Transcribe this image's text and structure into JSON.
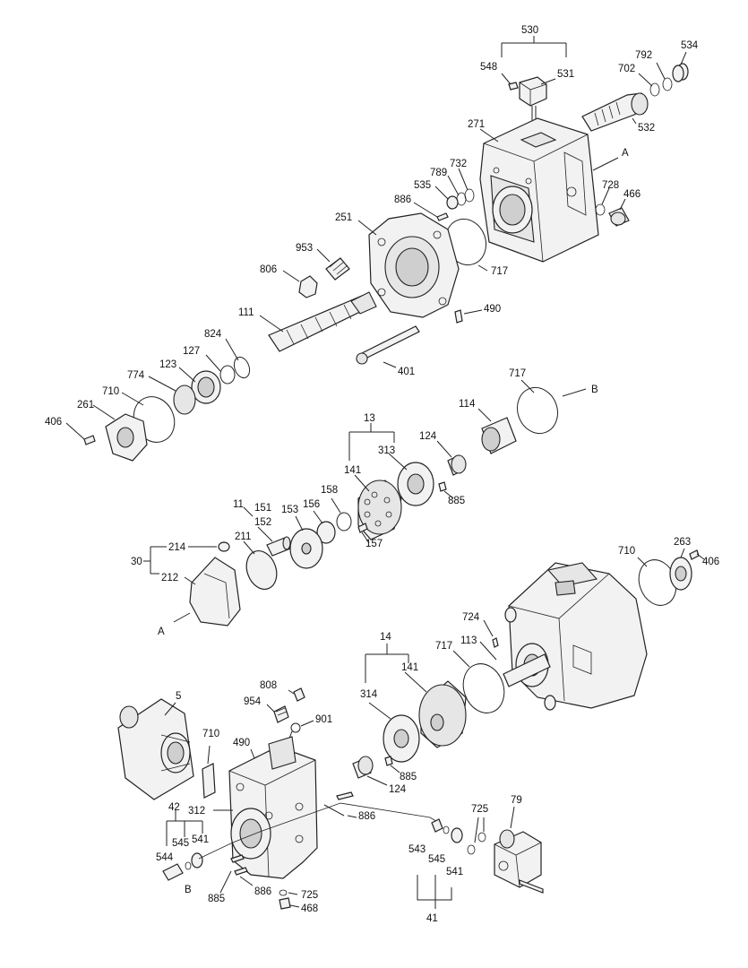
{
  "labels": {
    "l530": "530",
    "l548": "548",
    "l531": "531",
    "l534": "534",
    "l792": "792",
    "l702": "702",
    "l532": "532",
    "l271": "271",
    "lA1": "A",
    "l732": "732",
    "l789": "789",
    "l535": "535",
    "l728": "728",
    "l466": "466",
    "l886a": "886",
    "l251": "251",
    "l953": "953",
    "l717a": "717",
    "l806": "806",
    "l490a": "490",
    "l111": "111",
    "l401": "401",
    "l824": "824",
    "l127": "127",
    "l123": "123",
    "l774": "774",
    "l710a": "710",
    "l261": "261",
    "l406a": "406",
    "l717b": "717",
    "lB1": "B",
    "l114": "114",
    "l13": "13",
    "l124a": "124",
    "l313": "313",
    "l141a": "141",
    "l885a": "885",
    "l158": "158",
    "l156": "156",
    "l11": "11",
    "l151": "151",
    "l152": "152",
    "l153": "153",
    "l157": "157",
    "l214": "214",
    "l211": "211",
    "l30": "30",
    "l212": "212",
    "lA2": "A",
    "l710b": "710",
    "l263": "263",
    "l406b": "406",
    "l724": "724",
    "l14": "14",
    "l113": "113",
    "l717c": "717",
    "l141b": "141",
    "l314": "314",
    "l808": "808",
    "l5": "5",
    "l954": "954",
    "l901": "901",
    "l710c": "710",
    "l490b": "490",
    "l885b": "885",
    "l124b": "124",
    "l312": "312",
    "l886b": "886",
    "l42": "42",
    "l545a": "545",
    "l541a": "541",
    "l544": "544",
    "lB2": "B",
    "l885c": "885",
    "l886c": "886",
    "l725a": "725",
    "l468": "468",
    "l725b": "725",
    "l79": "79",
    "l543": "543",
    "l545b": "545",
    "l541b": "541",
    "l41": "41"
  }
}
